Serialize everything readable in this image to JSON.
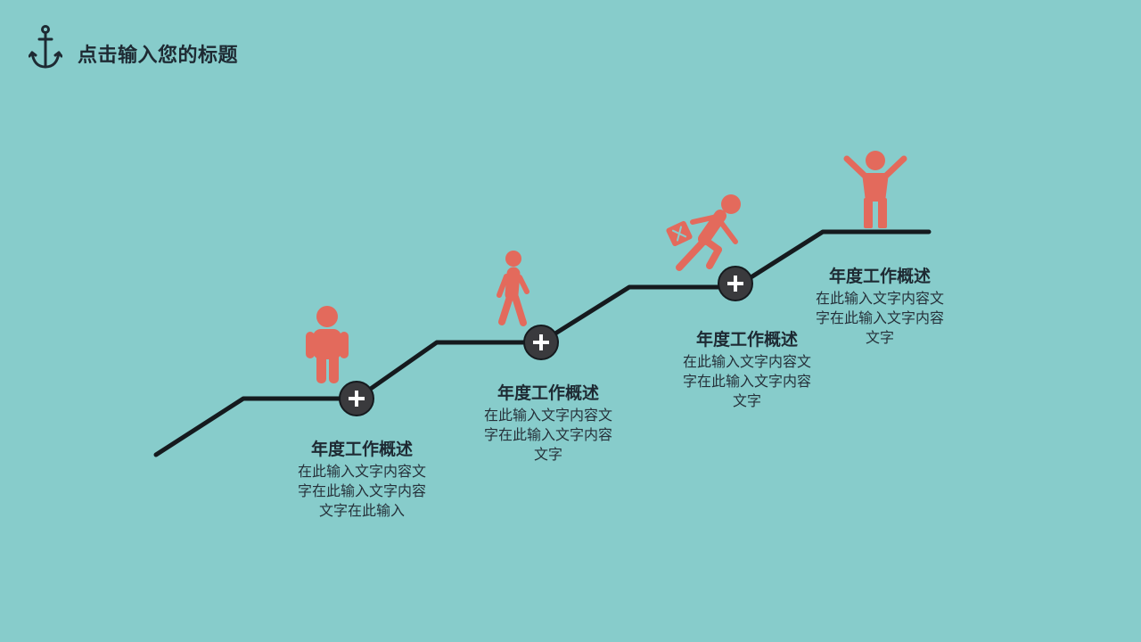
{
  "header": {
    "title": "点击输入您的标题"
  },
  "colors": {
    "background": "#87CCCB",
    "line": "#151A1E",
    "node": "#3A3A3D",
    "figure": "#E36A5C",
    "text": "#1E2A33"
  },
  "steps": [
    {
      "title": "年度工作概述",
      "desc": [
        "在此输入文字内容文",
        "字在此输入文字内容",
        "文字在此输入"
      ]
    },
    {
      "title": "年度工作概述",
      "desc": [
        "在此输入文字内容文",
        "字在此输入文字内容",
        "文字"
      ]
    },
    {
      "title": "年度工作概述",
      "desc": [
        "在此输入文字内容文",
        "字在此输入文字内容",
        "文字"
      ]
    },
    {
      "title": "年度工作概述",
      "desc": [
        "在此输入文字内容文",
        "字在此输入文字内容",
        "文字"
      ]
    }
  ]
}
